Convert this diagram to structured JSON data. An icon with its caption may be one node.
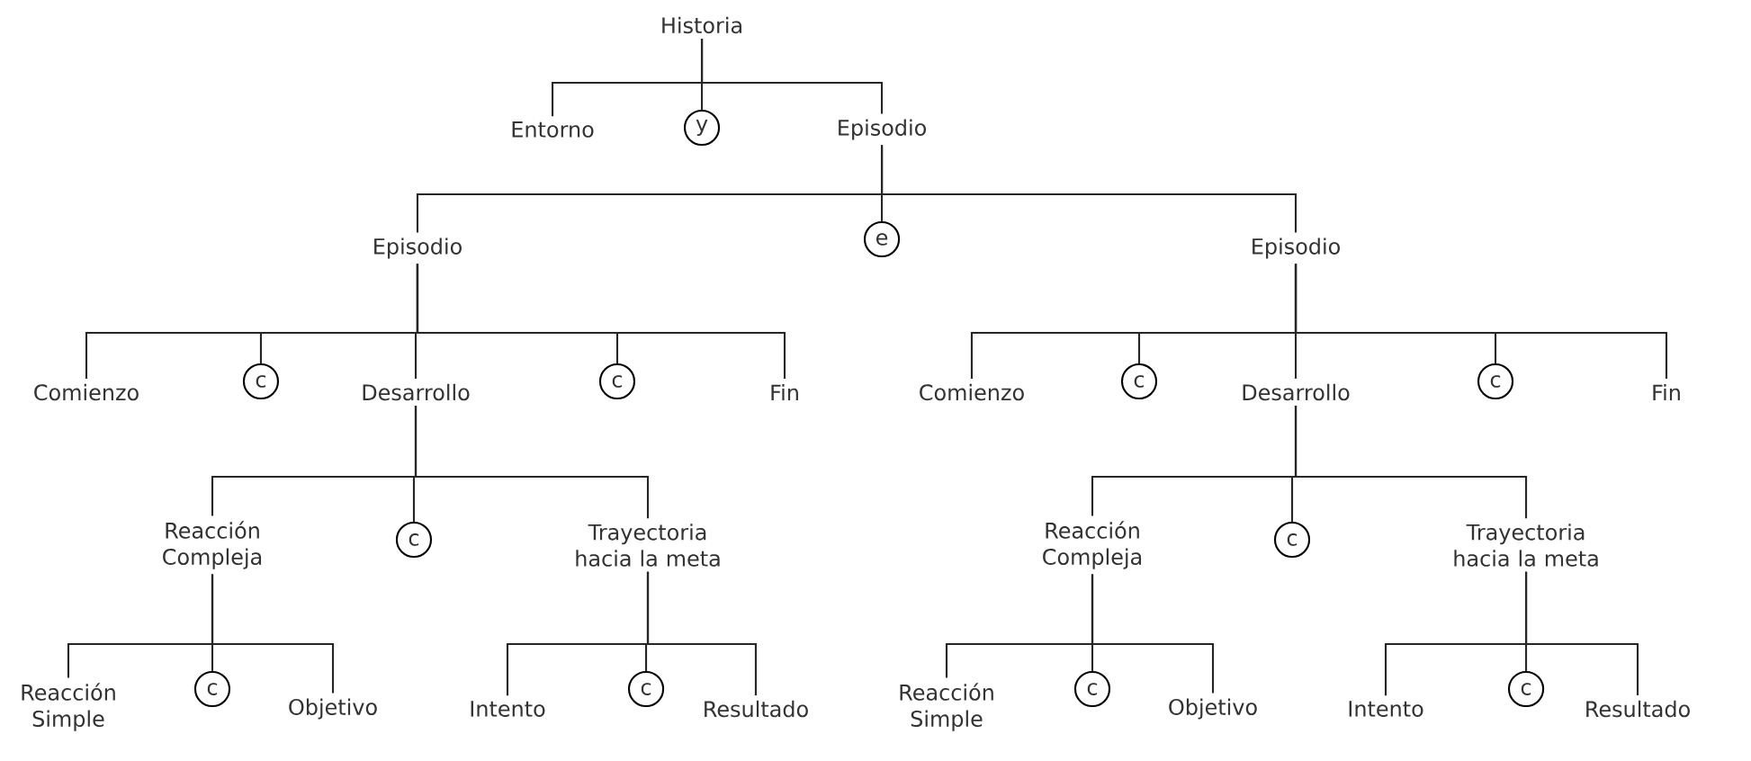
{
  "diagram": {
    "nodes": [
      {
        "text": [
          "Historia"
        ]
      },
      {
        "text": [
          "Entorno"
        ]
      },
      {
        "text": [
          "y"
        ]
      },
      {
        "text": [
          "Episodio"
        ]
      },
      {
        "text": [
          "Episodio"
        ]
      },
      {
        "text": [
          "e"
        ]
      },
      {
        "text": [
          "Episodio"
        ]
      },
      {
        "text": [
          "Comienzo"
        ]
      },
      {
        "text": [
          "c"
        ]
      },
      {
        "text": [
          "Desarrollo"
        ]
      },
      {
        "text": [
          "c"
        ]
      },
      {
        "text": [
          "Fin"
        ]
      },
      {
        "text": [
          "Comienzo"
        ]
      },
      {
        "text": [
          "c"
        ]
      },
      {
        "text": [
          "Desarrollo"
        ]
      },
      {
        "text": [
          "c"
        ]
      },
      {
        "text": [
          "Fin"
        ]
      },
      {
        "text": [
          "Reacción Compleja"
        ]
      },
      {
        "text": [
          "c"
        ]
      },
      {
        "text": [
          "Trayectoria hacia la meta"
        ]
      },
      {
        "text": [
          "Reacción Compleja"
        ]
      },
      {
        "text": [
          "c"
        ]
      },
      {
        "text": [
          "Trayectoria hacia la meta"
        ]
      },
      {
        "text": [
          "Reacción Simple"
        ]
      },
      {
        "text": [
          "c"
        ]
      },
      {
        "text": [
          "Objetivo"
        ]
      },
      {
        "text": [
          "Intento"
        ]
      },
      {
        "text": [
          "c"
        ]
      },
      {
        "text": [
          "Resultado"
        ]
      },
      {
        "text": [
          "Reacción Simple"
        ]
      },
      {
        "text": [
          "c"
        ]
      },
      {
        "text": [
          "Objetivo"
        ]
      },
      {
        "text": [
          "Intento"
        ]
      },
      {
        "text": [
          "c"
        ]
      },
      {
        "text": [
          "Resultado"
        ]
      }
    ],
    "edges": [
      {
        "from": 0,
        "to": 1,
        "arrow": "none"
      },
      {
        "from": 0,
        "to": 2,
        "arrow": "none"
      },
      {
        "from": 0,
        "to": 3,
        "arrow": "none"
      },
      {
        "from": 3,
        "to": 4,
        "arrow": "none"
      },
      {
        "from": 3,
        "to": 5,
        "arrow": "none"
      },
      {
        "from": 3,
        "to": 6,
        "arrow": "none"
      },
      {
        "from": 4,
        "to": 7,
        "arrow": "none"
      },
      {
        "from": 4,
        "to": 8,
        "arrow": "none"
      },
      {
        "from": 4,
        "to": 9,
        "arrow": "none"
      },
      {
        "from": 4,
        "to": 10,
        "arrow": "none"
      },
      {
        "from": 4,
        "to": 11,
        "arrow": "none"
      },
      {
        "from": 6,
        "to": 12,
        "arrow": "none"
      },
      {
        "from": 6,
        "to": 13,
        "arrow": "none"
      },
      {
        "from": 6,
        "to": 14,
        "arrow": "none"
      },
      {
        "from": 6,
        "to": 15,
        "arrow": "none"
      },
      {
        "from": 6,
        "to": 16,
        "arrow": "none"
      },
      {
        "from": 9,
        "to": 17,
        "arrow": "none"
      },
      {
        "from": 9,
        "to": 18,
        "arrow": "none"
      },
      {
        "from": 9,
        "to": 19,
        "arrow": "none"
      },
      {
        "from": 14,
        "to": 20,
        "arrow": "none"
      },
      {
        "from": 14,
        "to": 21,
        "arrow": "none"
      },
      {
        "from": 14,
        "to": 22,
        "arrow": "none"
      },
      {
        "from": 17,
        "to": 23,
        "arrow": "none"
      },
      {
        "from": 17,
        "to": 24,
        "arrow": "none"
      },
      {
        "from": 17,
        "to": 25,
        "arrow": "none"
      },
      {
        "from": 19,
        "to": 26,
        "arrow": "none"
      },
      {
        "from": 19,
        "to": 27,
        "arrow": "none"
      },
      {
        "from": 19,
        "to": 28,
        "arrow": "none"
      },
      {
        "from": 20,
        "to": 29,
        "arrow": "none"
      },
      {
        "from": 20,
        "to": 30,
        "arrow": "none"
      },
      {
        "from": 20,
        "to": 31,
        "arrow": "none"
      },
      {
        "from": 22,
        "to": 32,
        "arrow": "none"
      },
      {
        "from": 22,
        "to": 33,
        "arrow": "none"
      },
      {
        "from": 22,
        "to": 34,
        "arrow": "none"
      }
    ]
  }
}
